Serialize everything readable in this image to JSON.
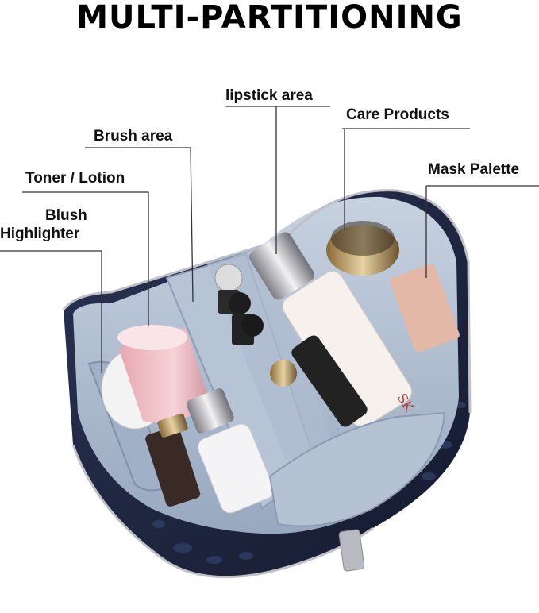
{
  "title": "MULTI-PARTITIONING",
  "labels": {
    "lipstick": "lipstick area",
    "care": "Care Products",
    "brush": "Brush area",
    "mask": "Mask Palette",
    "toner": "Toner / Lotion",
    "blush": "Blush",
    "highlighter": "Highlighter"
  },
  "colors": {
    "bag_outer": "#1c2440",
    "bag_lining": "#a9b8cc",
    "pocket": "#b9c6d6",
    "zipper": "#c0c0c8"
  }
}
